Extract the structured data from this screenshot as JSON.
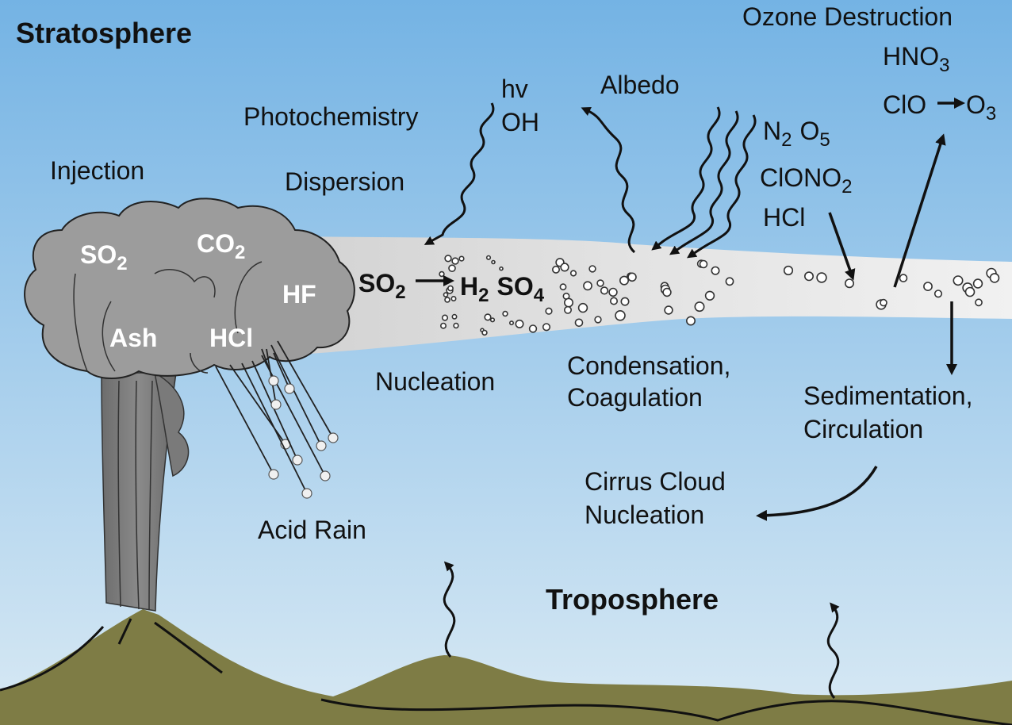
{
  "layers": {
    "stratosphere": "Stratosphere",
    "troposphere": "Troposphere"
  },
  "labels": {
    "injection": "Injection",
    "photochemistry": "Photochemistry",
    "hv": "hv",
    "oh": "OH",
    "dispersion": "Dispersion",
    "albedo": "Albedo",
    "ozone_destruction": "Ozone Destruction",
    "hno3": {
      "base": "HNO",
      "sub": "3"
    },
    "clo": "ClO",
    "o3": {
      "base": "O",
      "sub": "3"
    },
    "n2o5": {
      "n": "N",
      "n_sub": "2",
      "o": "O",
      "o_sub": "5"
    },
    "clono2": {
      "base": "ClONO",
      "sub": "2"
    },
    "hcl_right": "HCl",
    "nucleation": "Nucleation",
    "condensation_line1": "Condensation,",
    "condensation_line2": "Coagulation",
    "sedimentation_line1": "Sedimentation,",
    "sedimentation_line2": "Circulation",
    "cirrus_line1": "Cirrus Cloud",
    "cirrus_line2": "Nucleation",
    "acid_rain": "Acid Rain"
  },
  "cloud_gases": {
    "so2": {
      "base": "SO",
      "sub": "2"
    },
    "co2": {
      "base": "CO",
      "sub": "2"
    },
    "hf": "HF",
    "ash": "Ash",
    "hcl": "HCl"
  },
  "reaction": {
    "reactant": {
      "base": "SO",
      "sub": "2"
    },
    "product_h": {
      "base": "H",
      "sub": "2"
    },
    "product_so": {
      "base": "SO",
      "sub": "4"
    }
  },
  "colors": {
    "sky_top": "#74b3e4",
    "sky_bottom": "#d6e8f4",
    "ash_cloud": "#9a9a9a",
    "plume": "#e4e4e4",
    "ground": "#7e7c45",
    "ink": "#111111"
  }
}
